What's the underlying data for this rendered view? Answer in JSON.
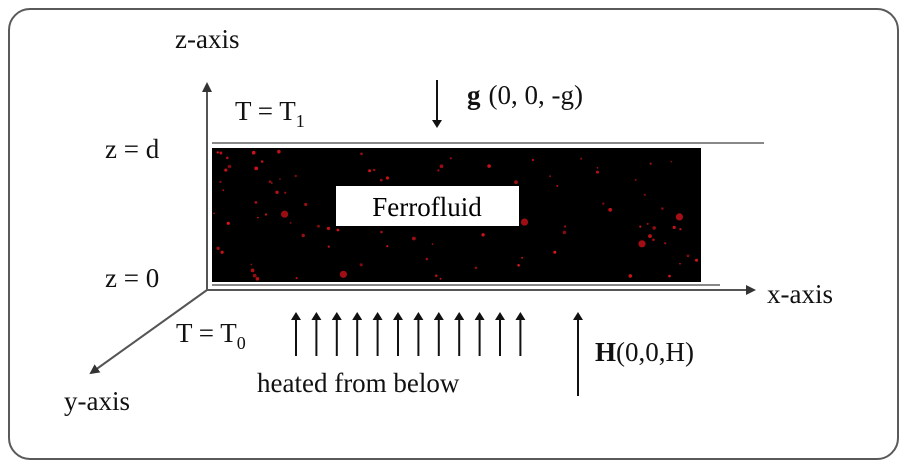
{
  "labels": {
    "z_axis": "z-axis",
    "x_axis": "x-axis",
    "y_axis": "y-axis",
    "z_top": "z = d",
    "z_bottom": "z = 0",
    "top_temp": "T = T",
    "top_temp_sub": "1",
    "bottom_temp": "T = T",
    "bottom_temp_sub": "0",
    "gravity_symbol": "g",
    "gravity_vector": "(0,  0,  -g)",
    "field_symbol": "H",
    "field_vector": "(0,0,H)",
    "heating_caption": "heated from below",
    "fluid": "Ferrofluid"
  },
  "colors": {
    "fluid_fill": "#000000",
    "particles": "#e0141c",
    "lines": "#555555",
    "frame": "#5a5a5a",
    "text": "#111111"
  },
  "heating_arrow_count": 12
}
